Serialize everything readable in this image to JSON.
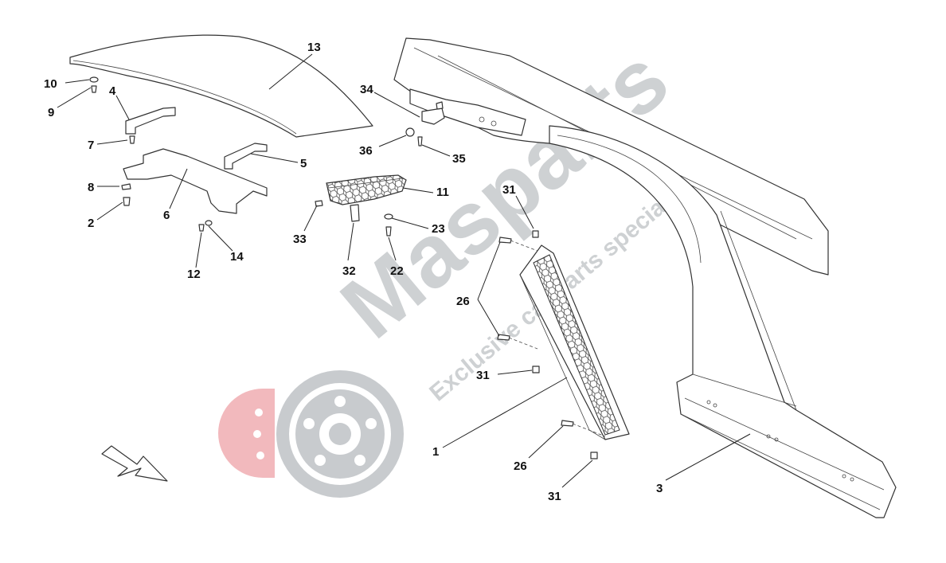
{
  "watermark": {
    "brand": "Masparts",
    "tagline": "Exclusive car parts specialist",
    "logo_red": "#f2b9bd",
    "logo_grey": "#c8cbce"
  },
  "callouts": [
    {
      "id": "13",
      "label": "13"
    },
    {
      "id": "10",
      "label": "10"
    },
    {
      "id": "9",
      "label": "9"
    },
    {
      "id": "4",
      "label": "4"
    },
    {
      "id": "7",
      "label": "7"
    },
    {
      "id": "5",
      "label": "5"
    },
    {
      "id": "8",
      "label": "8"
    },
    {
      "id": "6",
      "label": "6"
    },
    {
      "id": "2",
      "label": "2"
    },
    {
      "id": "12",
      "label": "12"
    },
    {
      "id": "14",
      "label": "14"
    },
    {
      "id": "34",
      "label": "34"
    },
    {
      "id": "36",
      "label": "36"
    },
    {
      "id": "35",
      "label": "35"
    },
    {
      "id": "11",
      "label": "11"
    },
    {
      "id": "33",
      "label": "33"
    },
    {
      "id": "32",
      "label": "32"
    },
    {
      "id": "23",
      "label": "23"
    },
    {
      "id": "22",
      "label": "22"
    },
    {
      "id": "31a",
      "label": "31"
    },
    {
      "id": "26a",
      "label": "26"
    },
    {
      "id": "31b",
      "label": "31"
    },
    {
      "id": "1",
      "label": "1"
    },
    {
      "id": "26b",
      "label": "26"
    },
    {
      "id": "31c",
      "label": "31"
    },
    {
      "id": "3",
      "label": "3"
    }
  ],
  "icons": {
    "direction": "direction-arrow-icon",
    "logo": "brake-disc-logo-icon"
  }
}
